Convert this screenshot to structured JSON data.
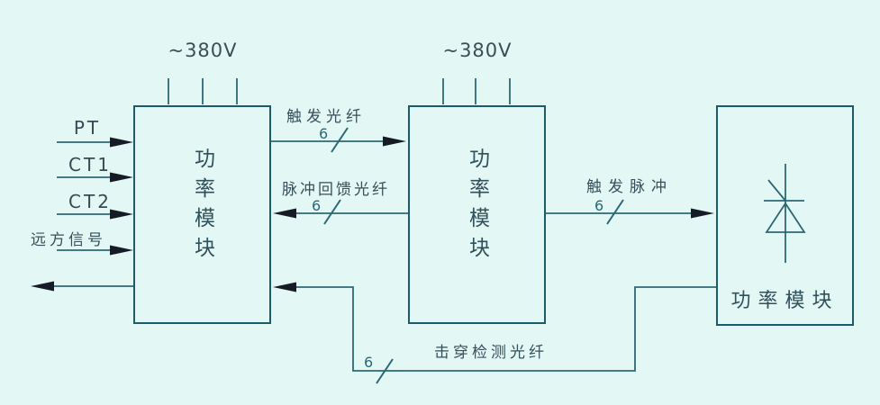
{
  "colors": {
    "background": "#e3f7f5",
    "line": "#2b6875",
    "block_border": "#1e5b6a",
    "arrowhead": "#161c26",
    "text": "#35505b"
  },
  "power_supply": {
    "module1": "~380V",
    "module2": "~380V"
  },
  "blocks": {
    "module1": {
      "label": "功率模块"
    },
    "module2": {
      "label": "功率模块"
    },
    "module3": {
      "label": "功率模块",
      "symbol": "thyristor"
    }
  },
  "inputs": {
    "pt": "PT",
    "ct1": "CT1",
    "ct2": "CT2",
    "remote": "远方信号"
  },
  "connections": {
    "trigger_fiber": {
      "label": "触发光纤",
      "bus": "6",
      "from": "module1",
      "to": "module2"
    },
    "pulse_feedback_fiber": {
      "label": "脉冲回馈光纤",
      "bus": "6",
      "from": "module2",
      "to": "module1"
    },
    "trigger_pulse": {
      "label": "触发脉冲",
      "bus": "6",
      "from": "module2",
      "to": "module3"
    },
    "breakdown_detect_fiber": {
      "label": "击穿检测光纤",
      "bus": "6",
      "from": "module3",
      "to": "module1"
    }
  }
}
